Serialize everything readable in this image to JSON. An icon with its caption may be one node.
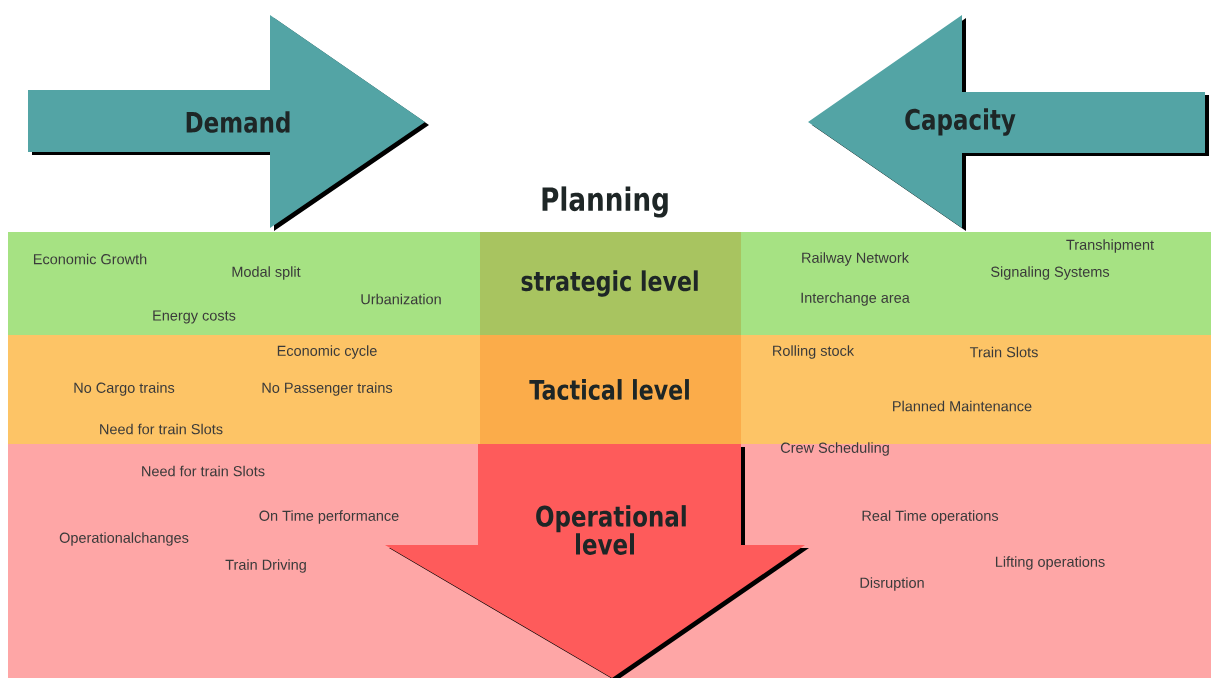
{
  "diagram": {
    "title": "Planning",
    "nodes": [
      {
        "text": [
          "Demand"
        ]
      },
      {
        "text": [
          "Capacity"
        ]
      },
      {
        "text": [
          "strategic level"
        ]
      },
      {
        "text": [
          "Tactical level"
        ]
      },
      {
        "text": [],
        "shape": "band"
      },
      {
        "text": [
          "Operational level"
        ],
        "in": 4
      }
    ],
    "labels": [
      "Economic Growth",
      "Modal split",
      "Urbanization",
      "Energy costs",
      "Railway Network",
      "Transhipment",
      "Signaling Systems",
      "Interchange area",
      "Economic cycle",
      "No Cargo trains",
      "No Passenger trains",
      "Need for train Slots",
      "Rolling stock",
      "Train Slots",
      "Planned Maintenance",
      "Crew Scheduling",
      "Need for train Slots",
      "On Time performance",
      "Operationalchanges",
      "Train Driving",
      "Real Time operations",
      "Lifting operations",
      "Disruption"
    ]
  }
}
